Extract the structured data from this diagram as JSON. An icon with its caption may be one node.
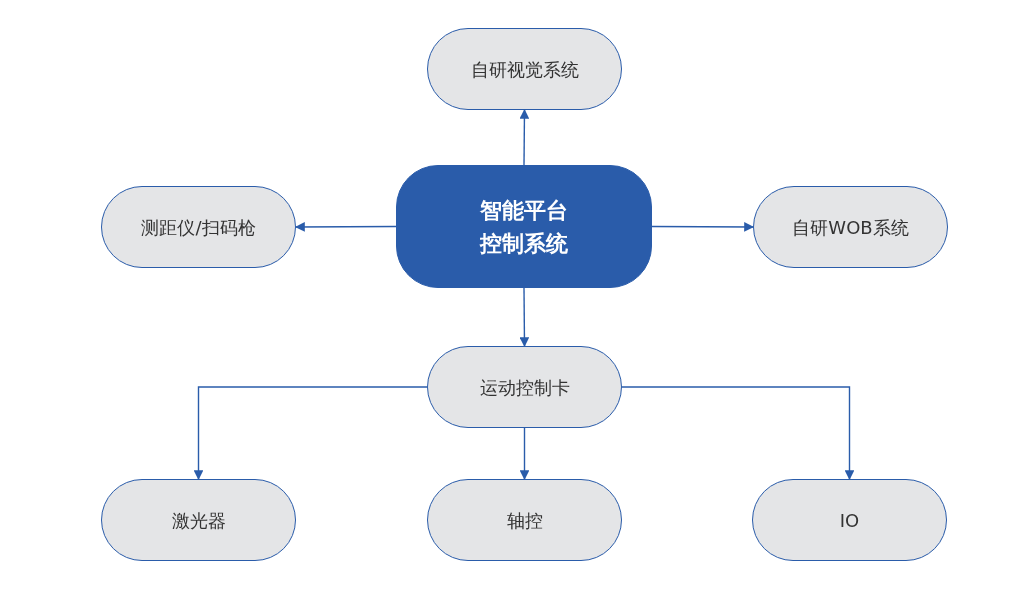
{
  "diagram": {
    "nodes": [
      {
        "text": [
          "智能平台控制系统"
        ]
      },
      {
        "text": [
          "自研视觉系统"
        ]
      },
      {
        "text": [
          "测距仪/扫码枪"
        ]
      },
      {
        "text": [
          "自研WOB系统"
        ]
      },
      {
        "text": [
          "运动控制卡"
        ]
      },
      {
        "text": [
          "激光器"
        ]
      },
      {
        "text": [
          "轴控"
        ]
      },
      {
        "text": [
          "IO"
        ]
      }
    ],
    "edges": [
      {
        "from": 0,
        "to": 1,
        "arrow": "to"
      },
      {
        "from": 0,
        "to": 2,
        "arrow": "to"
      },
      {
        "from": 0,
        "to": 3,
        "arrow": "to"
      },
      {
        "from": 0,
        "to": 4,
        "arrow": "to"
      },
      {
        "from": 4,
        "to": 5,
        "arrow": "to"
      },
      {
        "from": 4,
        "to": 6,
        "arrow": "to"
      },
      {
        "from": 4,
        "to": 7,
        "arrow": "to"
      }
    ]
  }
}
